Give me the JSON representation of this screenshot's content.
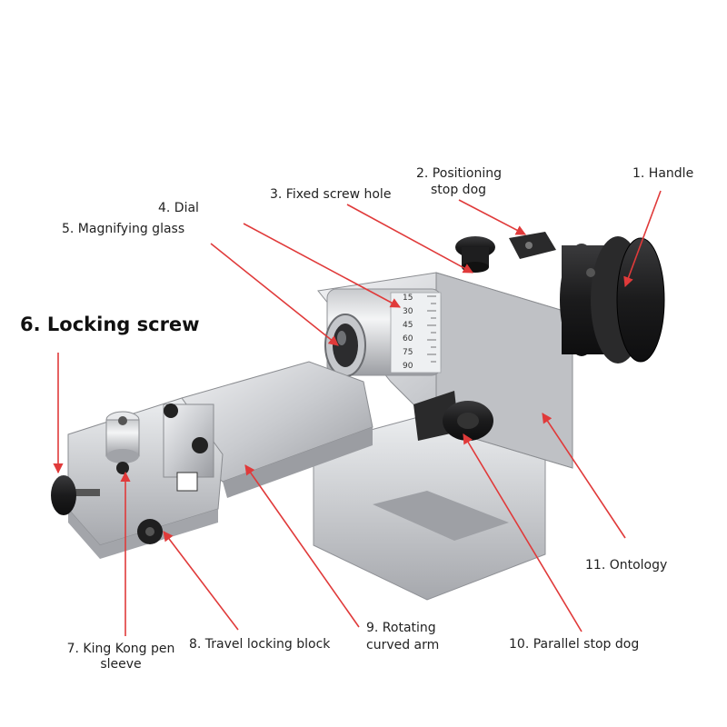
{
  "labels": {
    "handle": "1. Handle",
    "positioning_stop_dog_1": "2. Positioning",
    "positioning_stop_dog_2": "stop dog",
    "fixed_screw_hole": "3. Fixed screw hole",
    "dial": "4. Dial",
    "magnifying_glass": "5. Magnifying glass",
    "locking_screw": "6. Locking screw",
    "pen_sleeve_1": "7. King Kong pen",
    "pen_sleeve_2": "sleeve",
    "travel_locking_block": "8. Travel locking block",
    "rotating_arm_1": "9. Rotating",
    "rotating_arm_2": "curved arm",
    "parallel_stop_dog": "10. Parallel stop dog",
    "ontology": "11. Ontology"
  },
  "dial_markings": [
    "15",
    "30",
    "45",
    "60",
    "75",
    "90"
  ],
  "colors": {
    "arrow": "#e03a3a",
    "steel_light": "#dcdde0",
    "steel_mid": "#b9bbbf",
    "steel_dark": "#8f9196",
    "black_part": "#1e1e1e"
  }
}
